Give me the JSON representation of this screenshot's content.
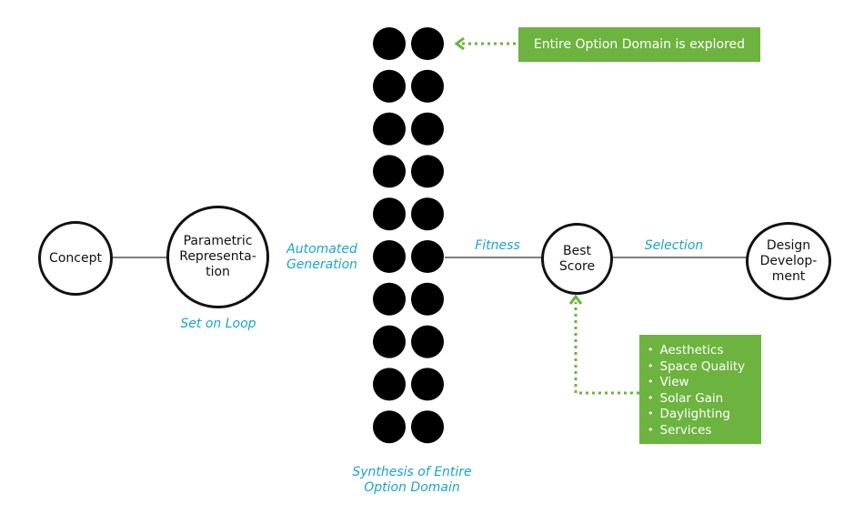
{
  "nodes": {
    "concept": "Concept",
    "parametric": "Parametric\nRepresenta-\ntion",
    "best_score": "Best\nScore",
    "design_development": "Design\nDevelop-\nment"
  },
  "labels": {
    "automated_generation": "Automated\nGeneration",
    "set_on_loop": "Set on Loop",
    "fitness": "Fitness",
    "selection": "Selection",
    "synthesis": "Synthesis of Entire\nOption Domain"
  },
  "callout": {
    "text": "Entire Option Domain is explored"
  },
  "criteria": [
    "Aesthetics",
    "Space Quality",
    "View",
    "Solar Gain",
    "Daylighting",
    "Services"
  ],
  "dots": {
    "rows": 10,
    "columns": 2
  },
  "colors": {
    "accent_text": "#1aa3d4",
    "callout_fill": "#6db33f",
    "callout_arrow": "#6db33f",
    "line": "#555555",
    "node_border": "#111111",
    "dot": "#000000"
  }
}
